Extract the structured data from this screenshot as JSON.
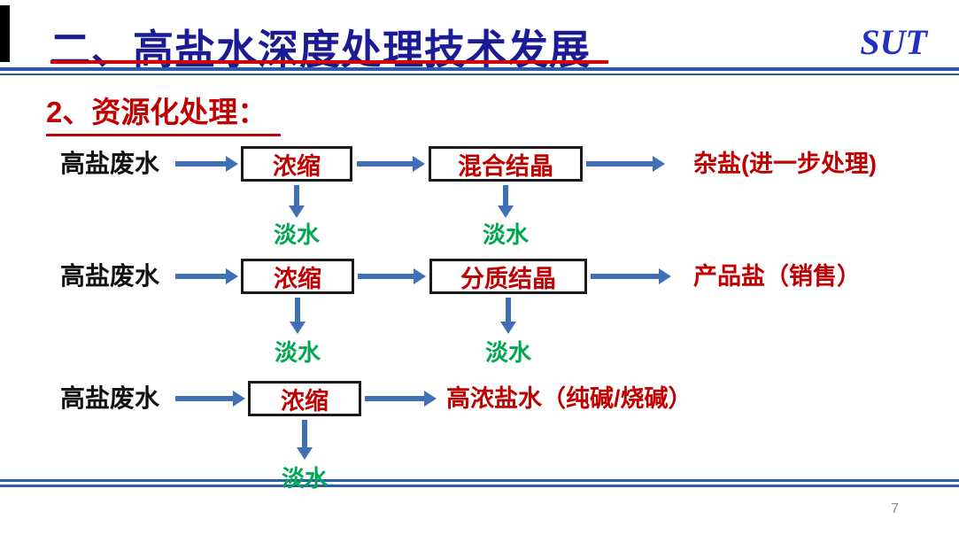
{
  "slide": {
    "title": "二、高盐水深度处理技术发展",
    "logo": "SUT",
    "subtitle": "2、资源化处理：",
    "page_number": "7"
  },
  "flows": [
    {
      "input": "高盐废水",
      "box1": "浓缩",
      "box2": "混合结晶",
      "output": "杂盐(进一步处理)",
      "fresh1": "淡水",
      "fresh2": "淡水"
    },
    {
      "input": "高盐废水",
      "box1": "浓缩",
      "box2": "分质结晶",
      "output": "产品盐（销售）",
      "fresh1": "淡水",
      "fresh2": "淡水"
    },
    {
      "input": "高盐废水",
      "box1": "浓缩",
      "output": "高浓盐水（纯碱/烧碱）",
      "fresh1": "淡水"
    }
  ],
  "colors": {
    "title_blue": "#1b1b96",
    "rule_blue": "#2a5caa",
    "arrow_blue": "#3f6fb5",
    "accent_red": "#c00000",
    "fresh_green": "#00a651",
    "logo_blue": "#2230c8",
    "page_gray": "#909090"
  }
}
